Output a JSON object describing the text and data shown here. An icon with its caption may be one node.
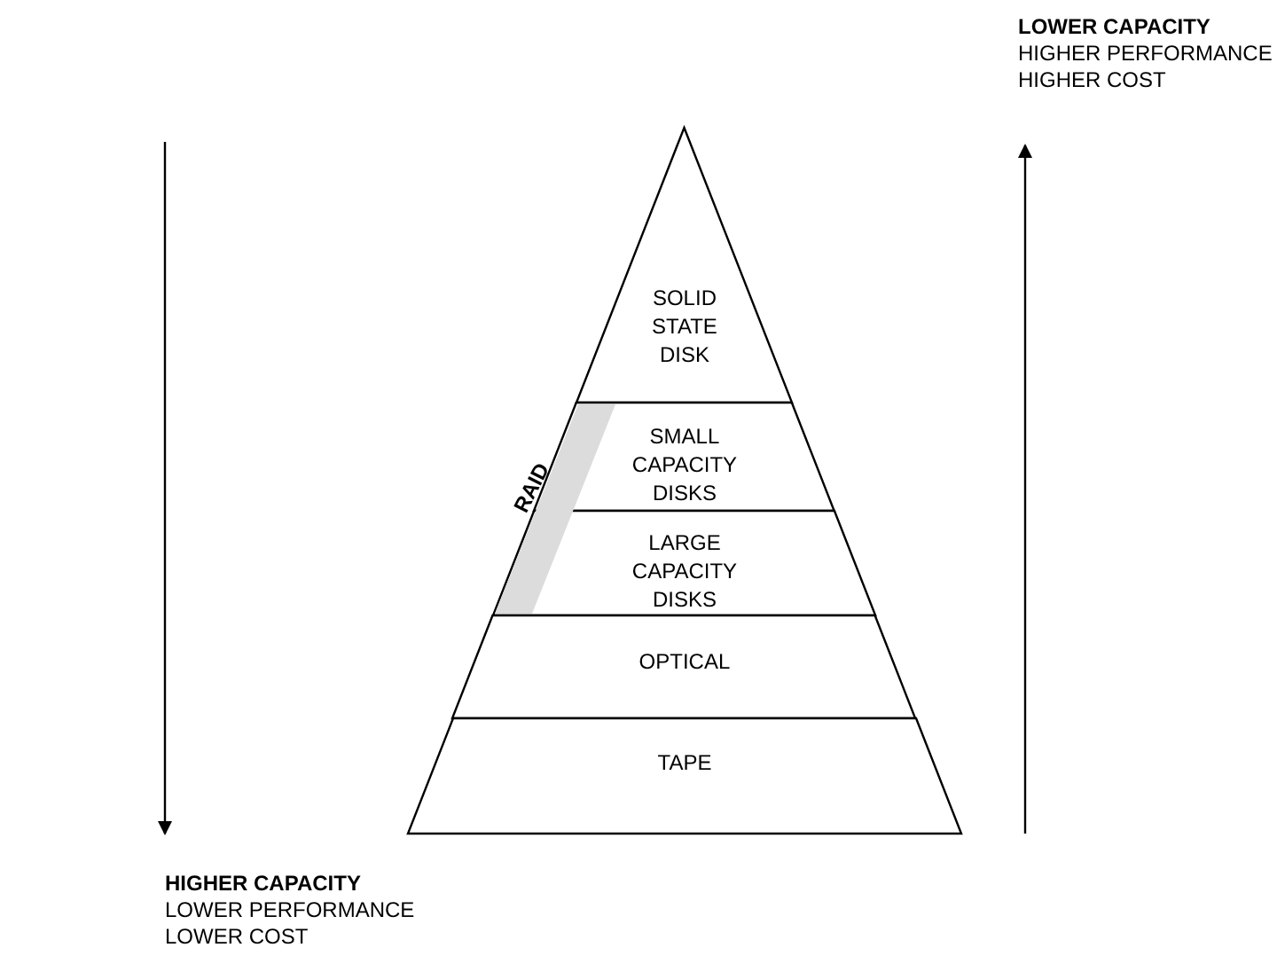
{
  "diagram": {
    "nodes": [
      {
        "text": [
          "SOLID STATE DISK"
        ]
      },
      {
        "text": [
          "SMALL CAPACITY DISKS"
        ]
      },
      {
        "text": [
          "LARGE CAPACITY DISKS"
        ]
      },
      {
        "text": [
          "OPTICAL"
        ]
      },
      {
        "text": [
          "TAPE"
        ]
      },
      {
        "text": [
          "RAID"
        ]
      }
    ],
    "labels": [
      "LOWER CAPACITY",
      "HIGHER PERFORMANCE",
      "HIGHER COST",
      "HIGHER CAPACITY",
      "LOWER PERFORMANCE",
      "LOWER COST"
    ]
  }
}
